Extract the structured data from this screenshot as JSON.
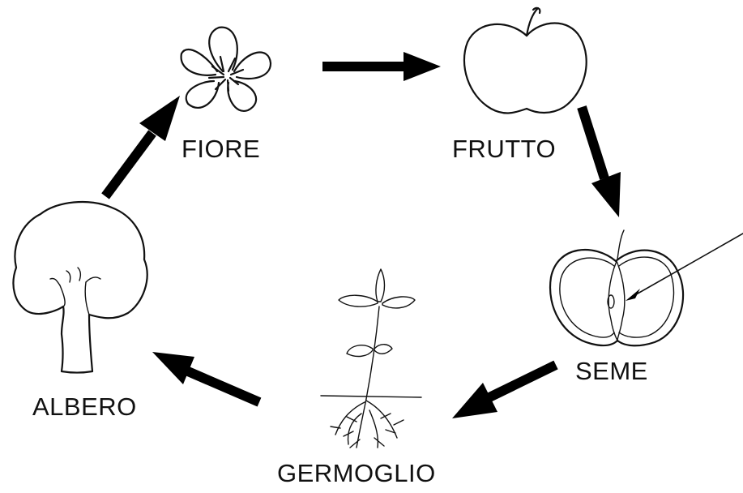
{
  "stages": {
    "flower": "FIORE",
    "fruit": "FRUTTO",
    "seed": "SEME",
    "sprout": "GERMOGLIO",
    "tree": "ALBERO"
  },
  "colors": {
    "ink": "#000000",
    "background": "#ffffff"
  },
  "icons": [
    "flower-icon",
    "apple-icon",
    "apple-cross-section-icon",
    "sprout-icon",
    "tree-icon"
  ]
}
